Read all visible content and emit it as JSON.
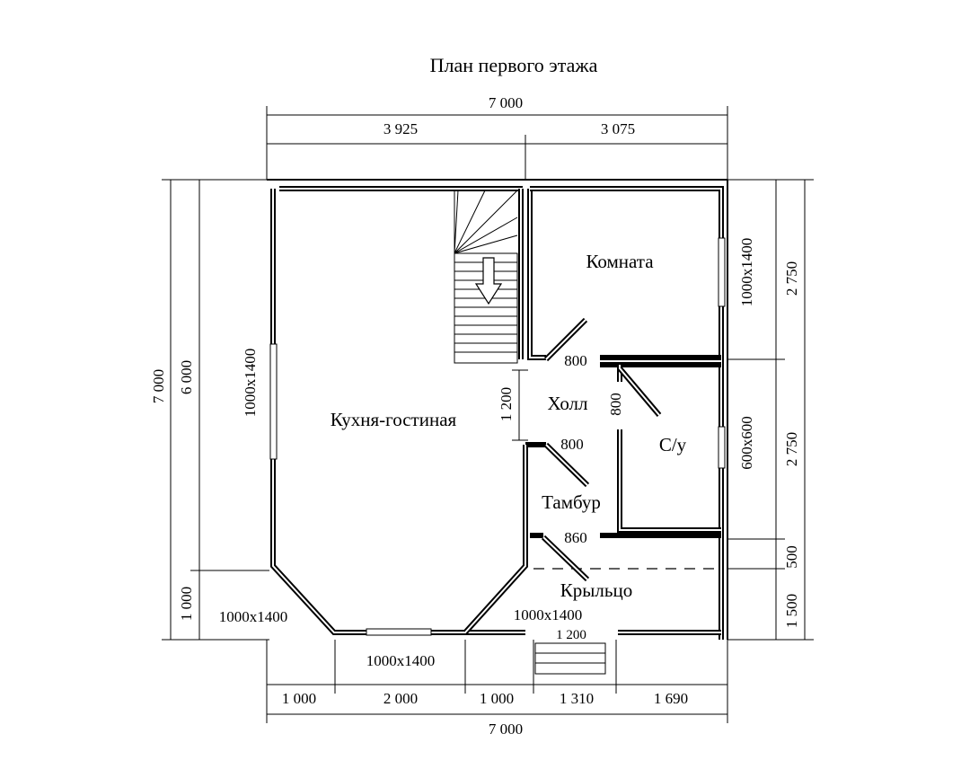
{
  "title": "План первого этажа",
  "rooms": {
    "kitchen": "Кухня-гостиная",
    "room": "Комната",
    "hall": "Холл",
    "bath": "С/у",
    "vestibule": "Тамбур",
    "porch": "Крыльцо"
  },
  "dims": {
    "top_total": "7 000",
    "top_left": "3 925",
    "top_right": "3 075",
    "bottom_total": "7 000",
    "bottom_1": "1 000",
    "bottom_2": "2 000",
    "bottom_3": "1 000",
    "bottom_4": "1 310",
    "bottom_5": "1 690",
    "left_total": "7 000",
    "left_6000": "6 000",
    "left_1000": "1 000",
    "right_2750a": "2 750",
    "right_2750b": "2 750",
    "right_500": "500",
    "right_1500": "1 500",
    "hall_1200": "1 200",
    "porch_1200": "1 200"
  },
  "doors": {
    "room_door": "800",
    "bath_door": "800",
    "vestibule_door": "800",
    "entry_door": "860"
  },
  "windows": {
    "left_wall": "1000x1400",
    "room_right": "1000x1400",
    "bath_right": "600x600",
    "bottom_left_diag": "1000x1400",
    "bottom_mid": "1000x1400",
    "bottom_right_diag": "1000x1400"
  }
}
